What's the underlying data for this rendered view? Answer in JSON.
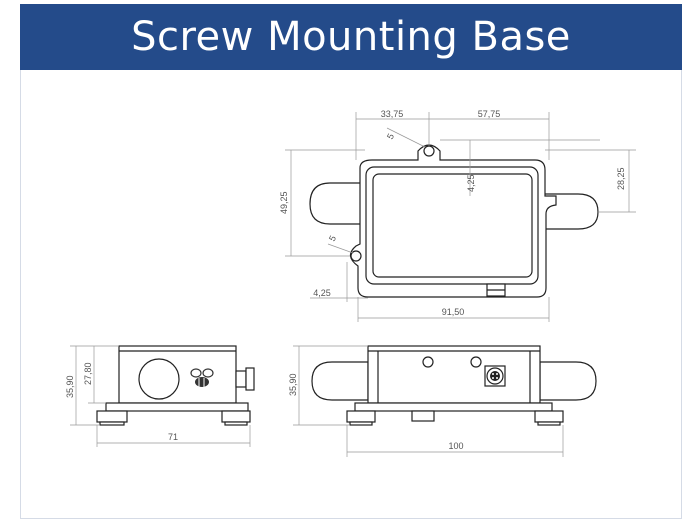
{
  "title": "Screw Mounting Base",
  "dimensions": {
    "top_width_left": "33,75",
    "top_width_right": "57,75",
    "hole_diameter_top": "5",
    "hole_diameter_bottom": "5",
    "center_offset": "4,25",
    "right_height": "28,25",
    "left_height": "49,25",
    "bottom_offset": "4,25",
    "overall_width": "91,50",
    "side_height_total": "35,90",
    "side_height_body": "27,80",
    "side_width": "71",
    "front_height": "35,90",
    "front_width": "100"
  },
  "colors": {
    "title_bg": "#244b8a",
    "title_text": "#ffffff",
    "line": "#222222",
    "dim": "#555555"
  }
}
